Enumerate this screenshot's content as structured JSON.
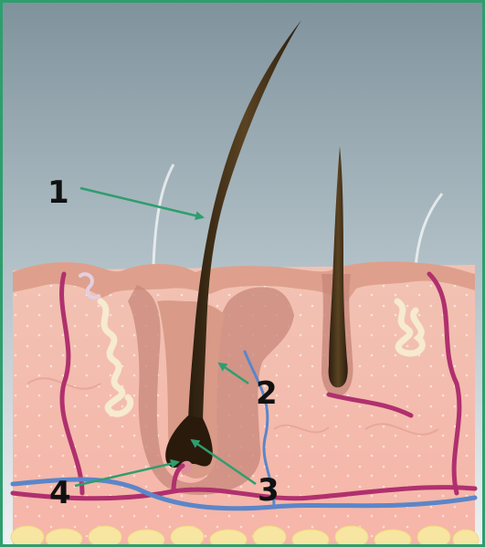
{
  "diagram": {
    "labels": [
      {
        "id": "1",
        "text": "1",
        "target": "hair-shaft"
      },
      {
        "id": "2",
        "text": "2",
        "target": "follicle-sheath"
      },
      {
        "id": "3",
        "text": "3",
        "target": "hair-bulb"
      },
      {
        "id": "4",
        "text": "4",
        "target": "dermal-papilla"
      }
    ],
    "colors": {
      "border": "#2e9e6e",
      "arrow": "#2e9e6e",
      "sky_top": "#7f929c",
      "sky_bottom": "#eef2f3",
      "epidermis": "#e9b6a6",
      "dermis": "#f7c7b8",
      "hair": "#3a2a16",
      "artery": "#b0306e",
      "vein": "#5b86c9",
      "fat": "#f6e6a2",
      "sebaceous_gland": "#f6ead0"
    }
  }
}
